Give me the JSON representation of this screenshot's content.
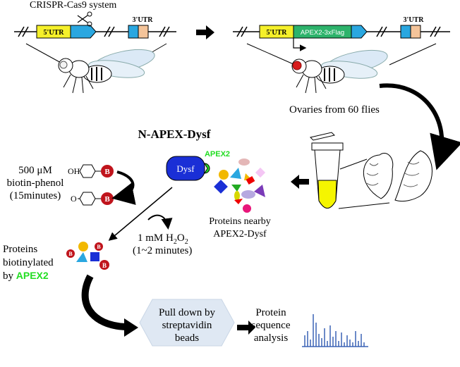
{
  "labels": {
    "crispr_system": "CRISPR-Cas9 system",
    "utr5_left": "5'UTR",
    "utr3_left": "3'UTR",
    "utr5_right": "5'UTR",
    "apex_insert": "APEX2-3xFlag",
    "utr3_right": "3'UTR",
    "ovaries": "Ovaries from 60 flies",
    "construct_title": "N-APEX-Dysf",
    "dysf": "Dysf",
    "apex2_tag": "APEX2",
    "biotin_conc": "500 μM",
    "biotin_name": "biotin-phenol",
    "biotin_time": "(15minutes)",
    "oh": "OH",
    "o_minus": "O",
    "b": "B",
    "h2o2_prefix": "1 mM H",
    "h2o2_sub1": "2",
    "h2o2_o": "O",
    "h2o2_sub2": "2",
    "h2o2_time": "(1~2 minutes)",
    "proteins_nearby_1": "Proteins nearby",
    "proteins_nearby_2": "APEX2-Dysf",
    "biotinylated_1": "Proteins",
    "biotinylated_2": "biotinylated",
    "biotinylated_by": "by ",
    "biotinylated_apex": "APEX2",
    "pulldown_1": "Pull down by",
    "pulldown_2": "streptavidin",
    "pulldown_3": "beads",
    "seq_1": "Protein",
    "seq_2": "sequence",
    "seq_3": "analysis"
  },
  "icons": [
    "scissors-icon",
    "fly-icon",
    "tube-icon",
    "ovary-icon",
    "arrow-icon",
    "spectrum-icon"
  ],
  "colors": {
    "utr5": "#f5f02a",
    "exon": "#2aa7e0",
    "utr3_box": "#f4c49a",
    "apex": "#2db36b",
    "dysf_blob": "#1a2fd6",
    "apex2_green": "#22dd22",
    "biotin_red": "#c0141c",
    "pulldown_fill": "#dfe8f3",
    "tube_liquid": "#f5f500",
    "spectrum": "#3b63b6"
  }
}
